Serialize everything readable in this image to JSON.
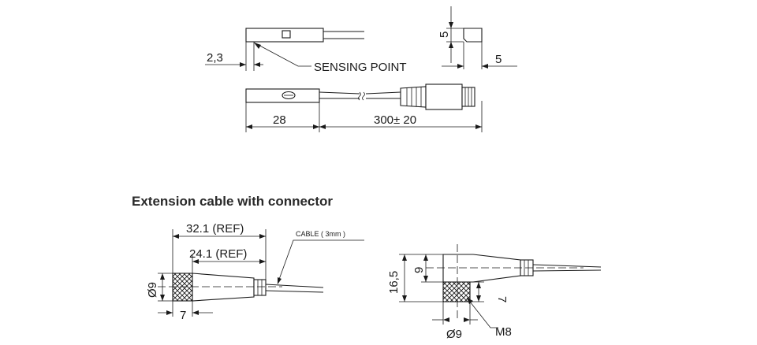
{
  "top_view": {
    "dim_offset": "2,3",
    "sensing_point_label": "SENSING POINT",
    "dim_height": "5",
    "dim_width": "5"
  },
  "side_view": {
    "dim_body_length": "28",
    "dim_cable_length": "300± 20"
  },
  "extension": {
    "title": "Extension cable with connector",
    "straight": {
      "dim_overall": "32.1 (REF)",
      "dim_body": "24.1 (REF)",
      "cable_label": "CABLE ( 3mm )",
      "dim_diameter": "Ø9",
      "dim_nut": "7"
    },
    "angled": {
      "dim_total_height": "16,5",
      "dim_head_height": "9",
      "dim_nut_height": "7",
      "dim_diameter": "Ø9",
      "thread_label": "M8"
    }
  }
}
